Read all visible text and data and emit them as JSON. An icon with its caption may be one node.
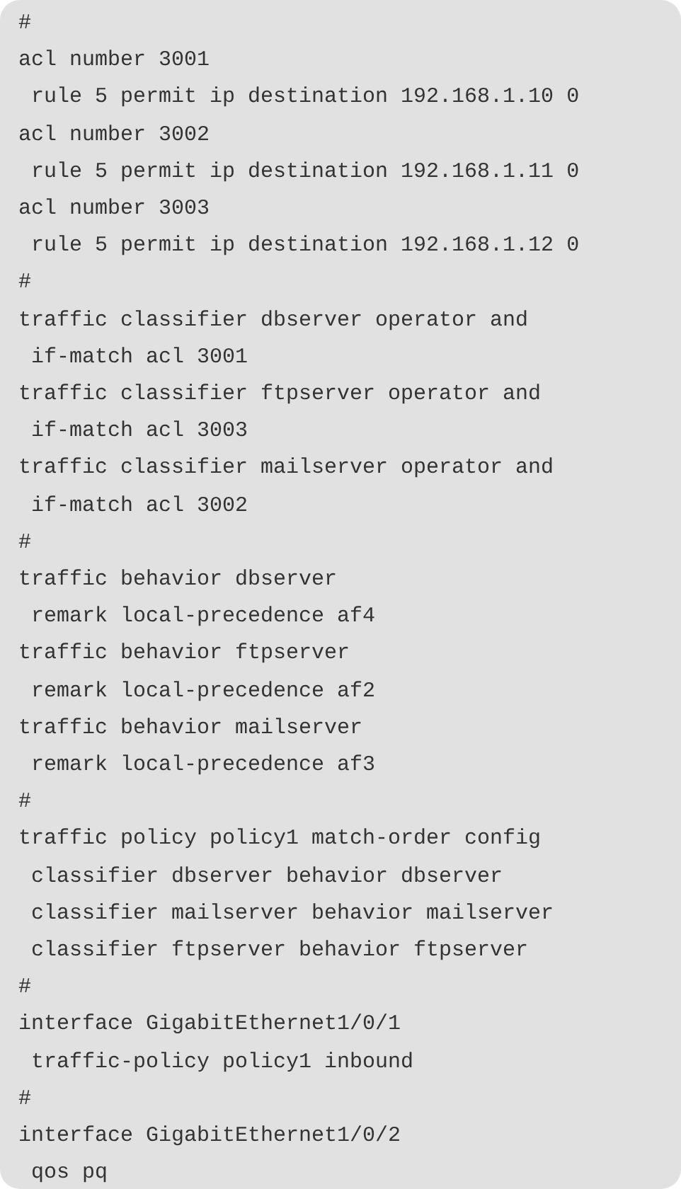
{
  "diagram": {
    "labels": [
      "#",
      "acl number 3001",
      " rule 5 permit ip destination 192.168.1.10 0",
      "acl number 3002",
      " rule 5 permit ip destination 192.168.1.11 0",
      "acl number 3003",
      " rule 5 permit ip destination 192.168.1.12 0",
      "#",
      "traffic classifier dbserver operator and",
      " if-match acl 3001",
      "traffic classifier ftpserver operator and",
      " if-match acl 3003",
      "traffic classifier mailserver operator and",
      " if-match acl 3002",
      "#",
      "traffic behavior dbserver",
      " remark local-precedence af4",
      "traffic behavior ftpserver",
      " remark local-precedence af2",
      "traffic behavior mailserver",
      " remark local-precedence af3",
      "#",
      "traffic policy policy1 match-order config",
      " classifier dbserver behavior dbserver",
      " classifier mailserver behavior mailserver",
      " classifier ftpserver behavior ftpserver",
      "#",
      "interface GigabitEthernet1/0/1",
      " traffic-policy policy1 inbound",
      "#",
      "interface GigabitEthernet1/0/2",
      " qos pq"
    ]
  }
}
